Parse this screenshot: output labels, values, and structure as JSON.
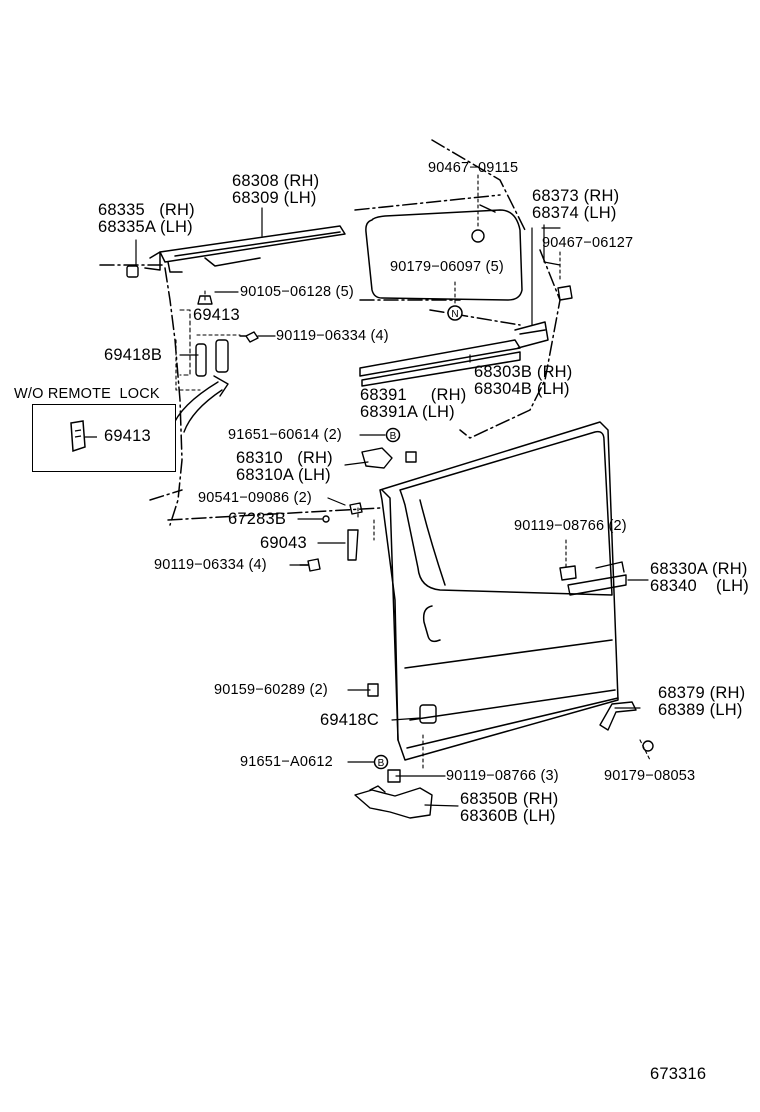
{
  "diagram": {
    "labels": {
      "p90467_09115": "90467−09115",
      "p68373": "68373 (RH)",
      "p68374": "68374 (LH)",
      "p68308": "68308 (RH)",
      "p68309": "68309 (LH)",
      "p68335": "68335   (RH)",
      "p68335a": "68335A (LH)",
      "p90467_06127": "90467−06127",
      "p90179_06097": "90179−06097 (5)",
      "p90105_06128": "90105−06128 (5)",
      "p69413_top": "69413",
      "p90119_06334_a": "90119−06334 (4)",
      "p69418b": "69418B",
      "p68303b": "68303B (RH)",
      "p68304b": "68304B (LH)",
      "wo_remote_lock": "W/O REMOTE  LOCK",
      "p69413_box": "69413",
      "p68391": "68391     (RH)",
      "p68391a": "68391A (LH)",
      "p91651_60614": "91651−60614 (2)",
      "p68310": "68310   (RH)",
      "p68310a": "68310A (LH)",
      "p90541_09086": "90541−09086 (2)",
      "p67283b": "67283B",
      "p69043": "69043",
      "p90119_06334_b": "90119−06334 (4)",
      "p90119_08766_2": "90119−08766 (2)",
      "p68330a": "68330A (RH)",
      "p68340": "68340    (LH)",
      "p90159_60289": "90159−60289 (2)",
      "p69418c": "69418C",
      "p68379": "68379 (RH)",
      "p68389": "68389 (LH)",
      "p91651_a0612": "91651−A0612",
      "p90119_08766_3": "90119−08766 (3)",
      "p90179_08053": "90179−08053",
      "p68350b": "68350B (RH)",
      "p68360b": "68360B (LH)",
      "diagram_code": "673316"
    },
    "markers": {
      "b": "B",
      "n": "N"
    }
  }
}
